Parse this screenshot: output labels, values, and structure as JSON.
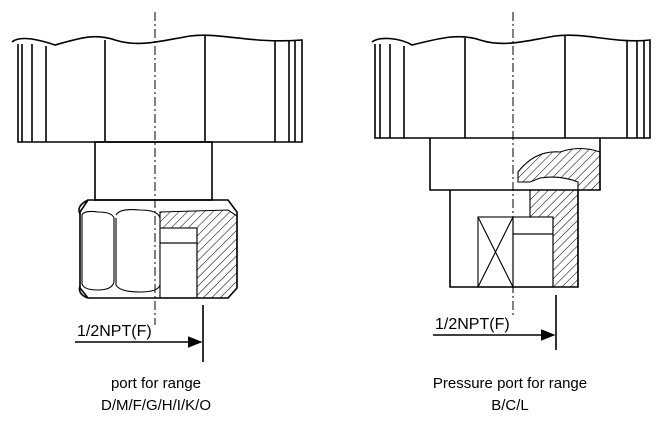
{
  "left": {
    "thread_label": "1/2NPT(F)",
    "caption_line1": "port for range",
    "caption_line2": "D/M/F/G/H/I/K/O"
  },
  "right": {
    "thread_label": "1/2NPT(F)",
    "caption_line1": "Pressure port for range",
    "caption_line2": "B/C/L"
  }
}
